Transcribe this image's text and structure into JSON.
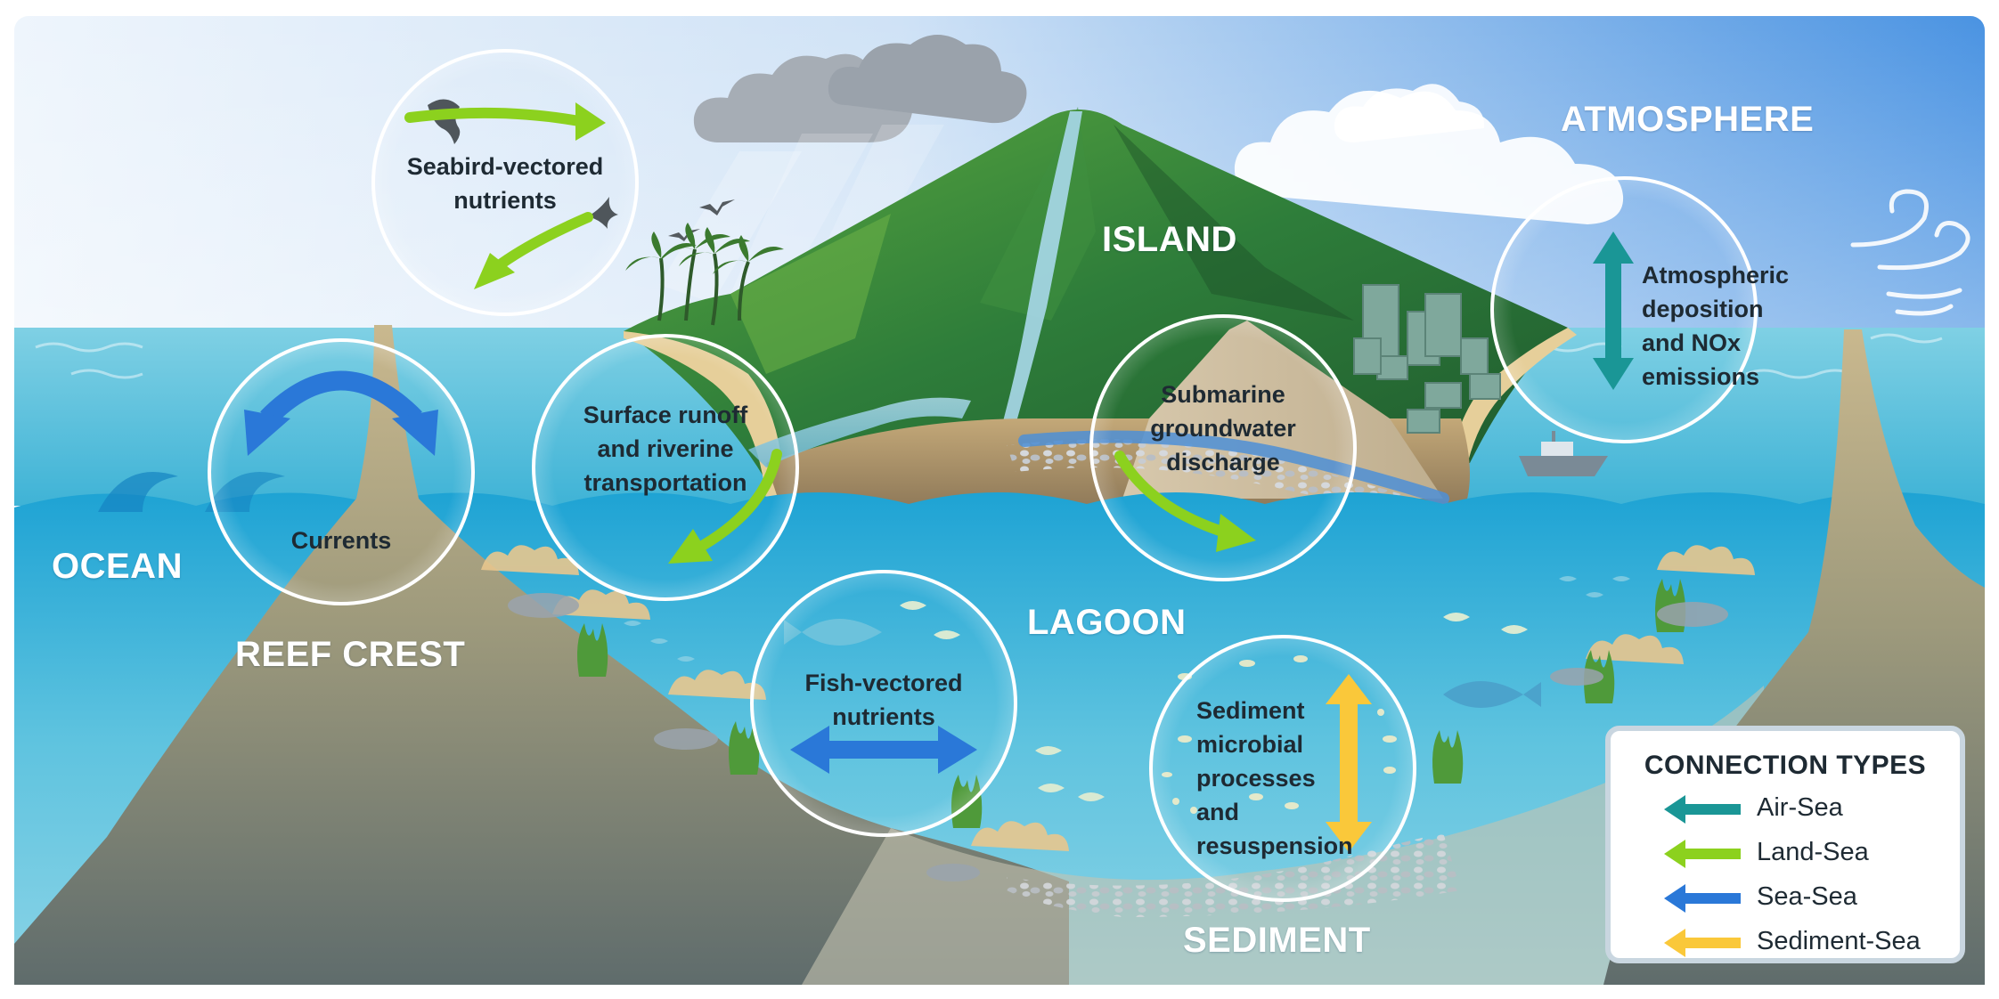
{
  "zones": {
    "atmosphere": "ATMOSPHERE",
    "island": "ISLAND",
    "ocean": "OCEAN",
    "reef_crest": "REEF CREST",
    "lagoon": "LAGOON",
    "sediment": "SEDIMENT"
  },
  "processes": {
    "seabird": [
      "Seabird-vectored",
      "nutrients"
    ],
    "currents": "Currents",
    "runoff": [
      "Surface runoff",
      "and riverine",
      "transportation"
    ],
    "groundwater": [
      "Submarine",
      "groundwater",
      "discharge"
    ],
    "atmospheric": [
      "Atmospheric",
      "deposition",
      "and NOx",
      "emissions"
    ],
    "fish": [
      "Fish-vectored",
      "nutrients"
    ],
    "sediment": [
      "Sediment",
      "microbial",
      "processes",
      "and",
      "resuspension"
    ]
  },
  "legend": {
    "title": "CONNECTION TYPES",
    "items": [
      {
        "label": "Air-Sea",
        "color": "#1a9696"
      },
      {
        "label": "Land-Sea",
        "color": "#8cd11e"
      },
      {
        "label": "Sea-Sea",
        "color": "#2a78d8"
      },
      {
        "label": "Sediment-Sea",
        "color": "#fac83a"
      }
    ]
  },
  "colors": {
    "air_sea": "#1a9696",
    "land_sea": "#8cd11e",
    "sea_sea": "#2a78d8",
    "sediment_sea": "#fac83a"
  }
}
